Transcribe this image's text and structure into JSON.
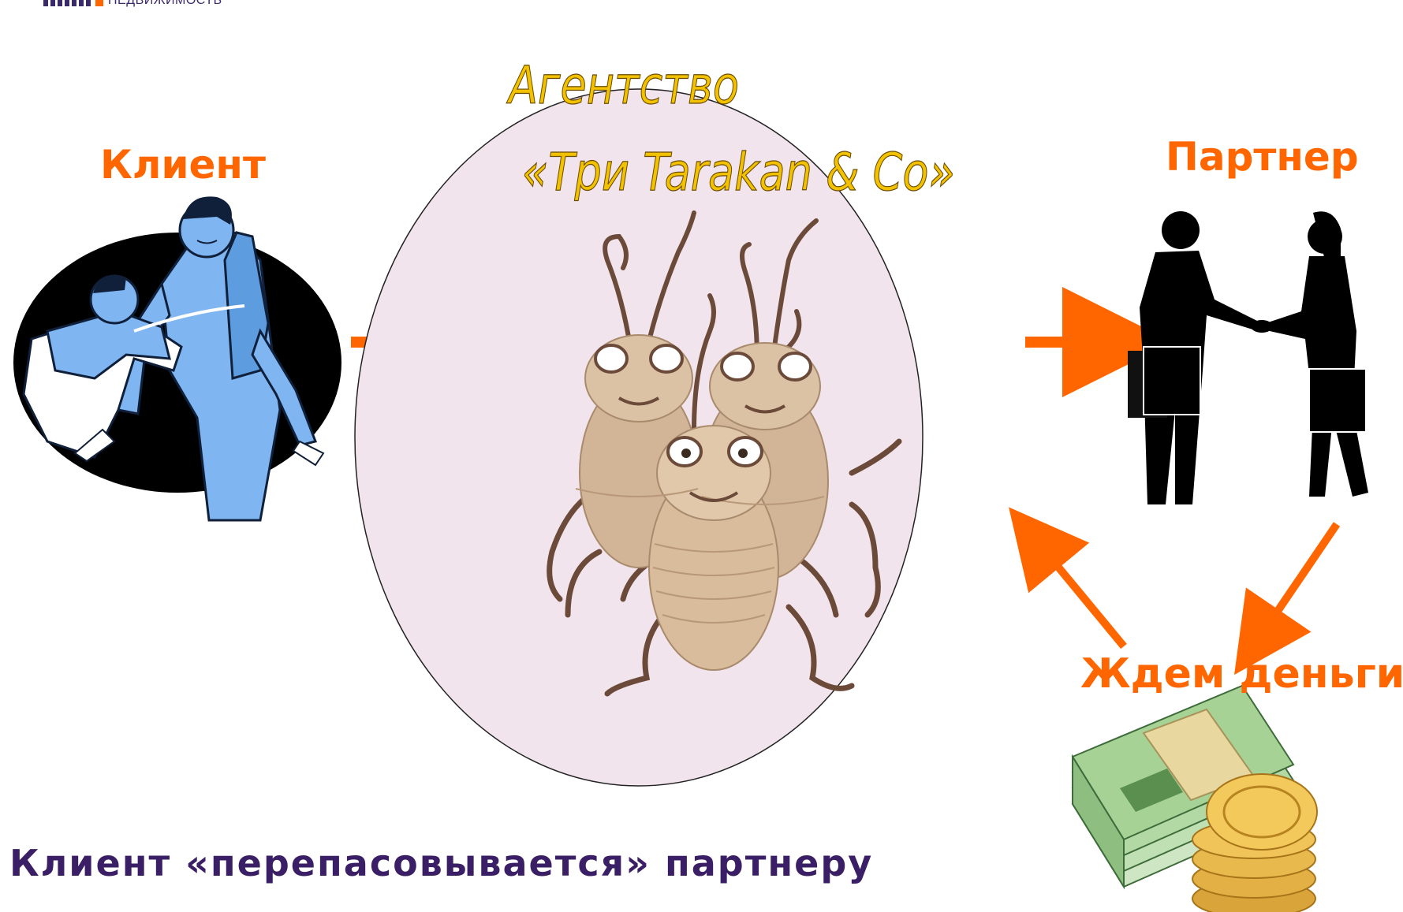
{
  "logo": {
    "text": "НЕДВИЖИМОСТЬ"
  },
  "client": {
    "label": "Клиент",
    "icon": "tailor-measuring-client-illustration"
  },
  "agency": {
    "line1": "Агентство",
    "line2": "«Три Tarakan & Co»",
    "icon": "three-cockroach-toys"
  },
  "partner": {
    "label": "Партнер",
    "icon": "handshake-silhouette"
  },
  "waiting": {
    "label": "Ждем деньги",
    "icon": "money-stack-coins"
  },
  "caption": {
    "text": "Клиент «перепасовывается» партнеру"
  },
  "colors": {
    "accent": "#ff6600",
    "ellipse_fill": "#f2e4ec",
    "caption": "#3b1f66",
    "agency_text": "#f2c200"
  }
}
